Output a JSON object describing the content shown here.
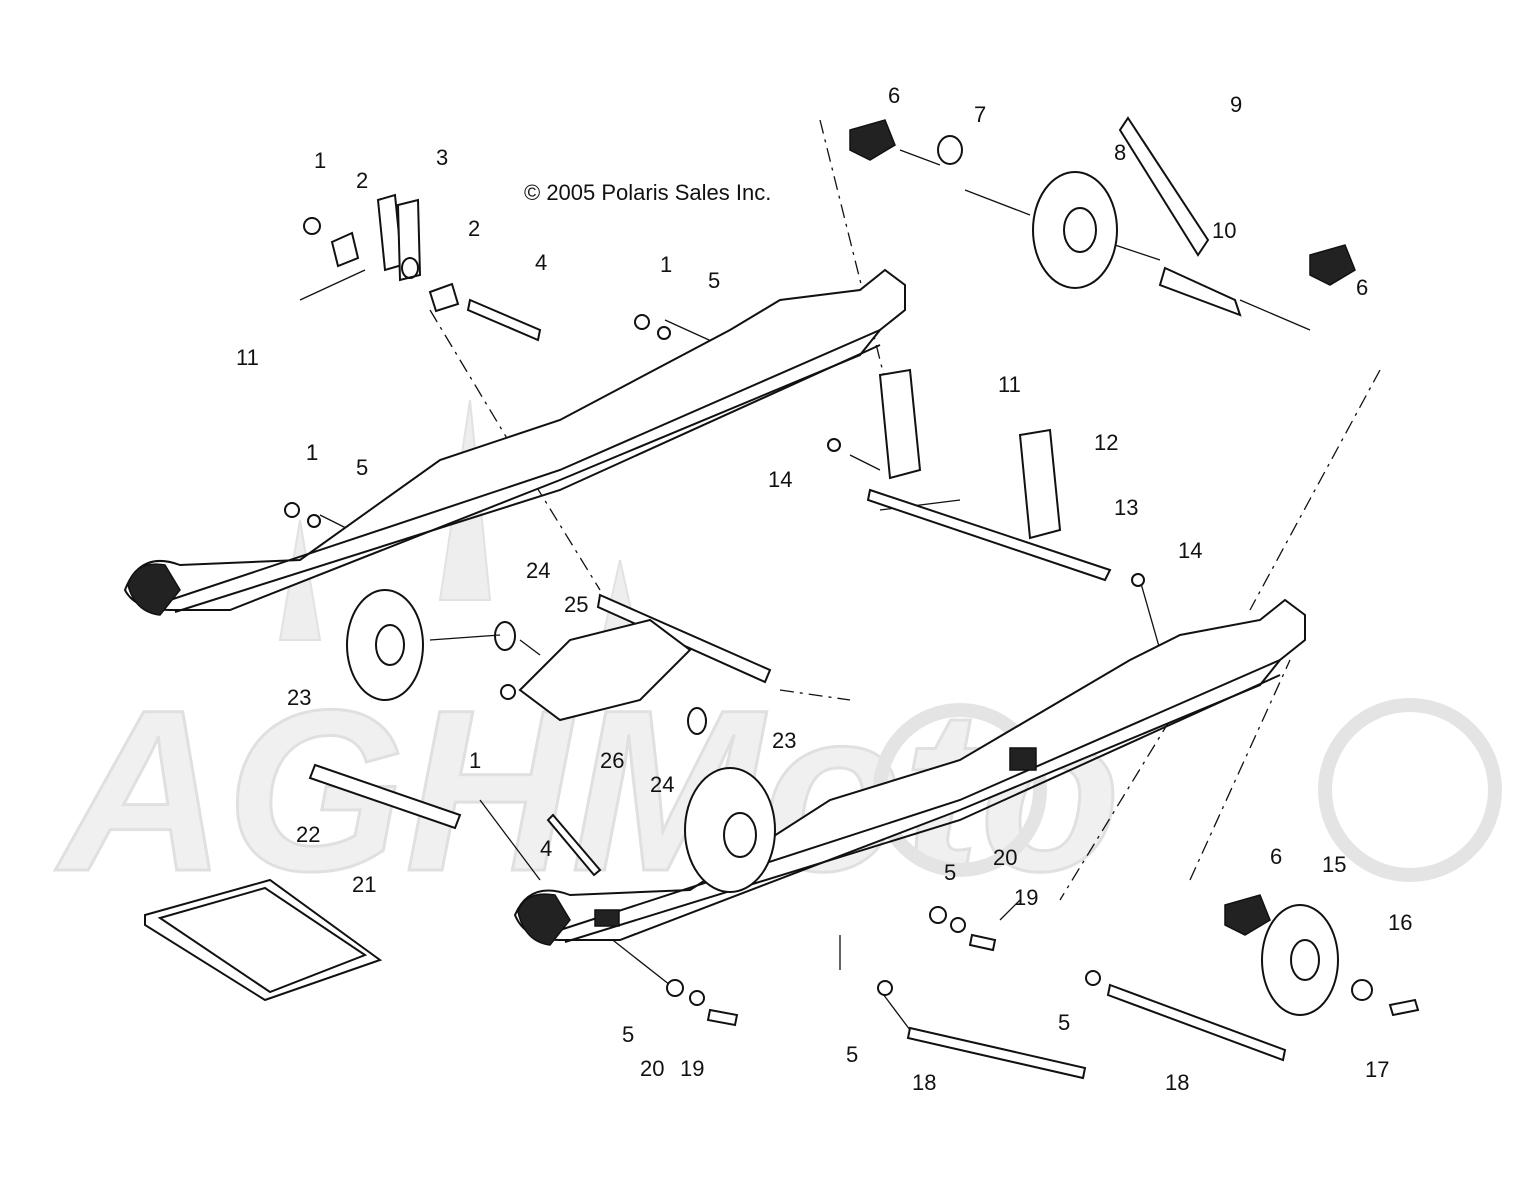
{
  "copyright": "© 2005 Polaris Sales Inc.",
  "watermark_text": "AGHMoto",
  "callouts": [
    "1",
    "2",
    "3",
    "1",
    "2",
    "4",
    "1",
    "5",
    "11",
    "1",
    "5",
    "6",
    "7",
    "8",
    "9",
    "10",
    "6",
    "11",
    "12",
    "13",
    "14",
    "14",
    "24",
    "25",
    "23",
    "1",
    "26",
    "23",
    "24",
    "22",
    "4",
    "21",
    "5",
    "20",
    "19",
    "6",
    "15",
    "16",
    "5",
    "20",
    "19",
    "5",
    "18",
    "5",
    "18",
    "17"
  ],
  "colors": {
    "line": "#111111",
    "watermark": "#eeeeee",
    "background": "#ffffff"
  }
}
